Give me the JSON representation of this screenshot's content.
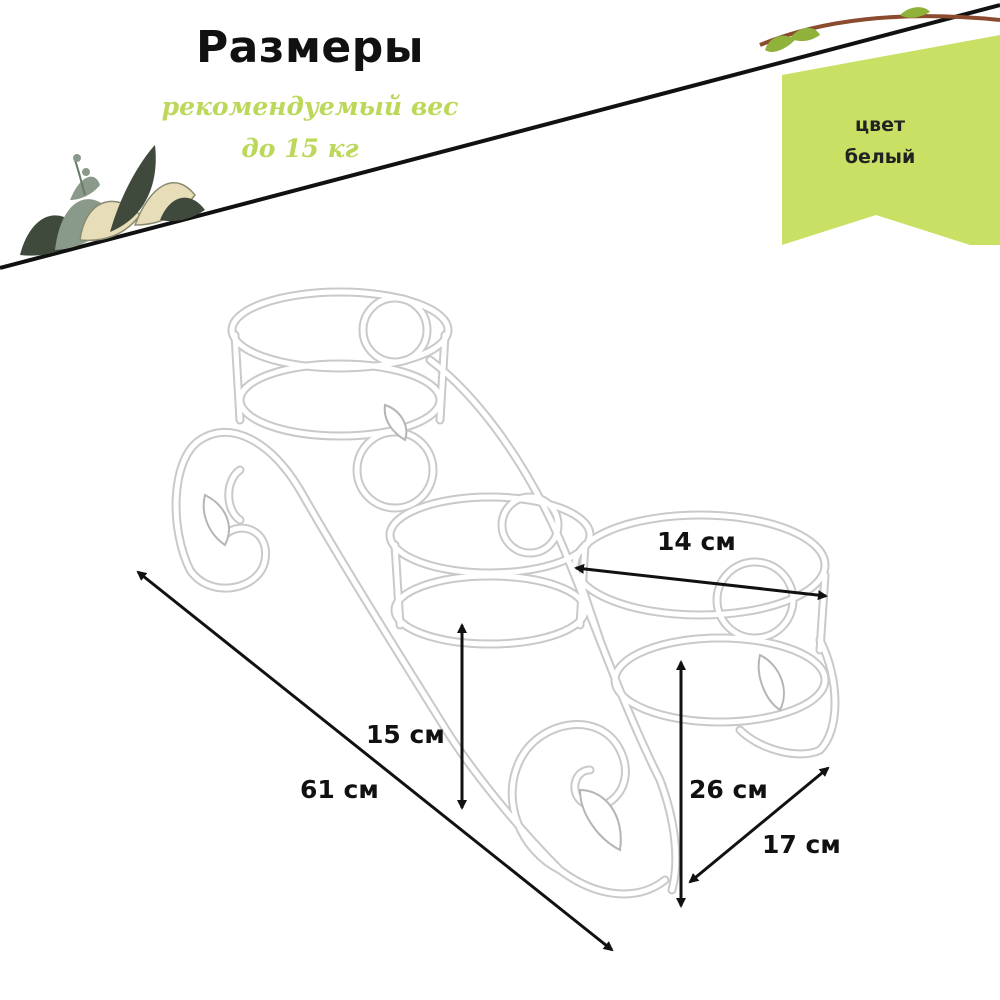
{
  "header": {
    "title": "Размеры",
    "subtitle_line1": "рекомендуемый вес",
    "subtitle_line2": "до 15 кг"
  },
  "badge": {
    "line1": "цвет",
    "line2": "белый"
  },
  "dimensions": {
    "width_top": "14 см",
    "height_mid": "15 см",
    "length": "61 см",
    "height_total": "26 см",
    "depth": "17 см"
  },
  "colors": {
    "accent_green": "#c8e064",
    "subtitle_green": "#bcd85a",
    "stand_white": "#ffffff",
    "outline_gray": "#c9c9c9",
    "arrow_black": "#111111",
    "leaf_dark": "#3f4a3c",
    "leaf_gray": "#8a9a8a",
    "leaf_beige": "#e7ddb8",
    "branch_brown": "#8a4b2f"
  },
  "icons": [
    "leaf-cluster-icon",
    "branch-icon"
  ]
}
